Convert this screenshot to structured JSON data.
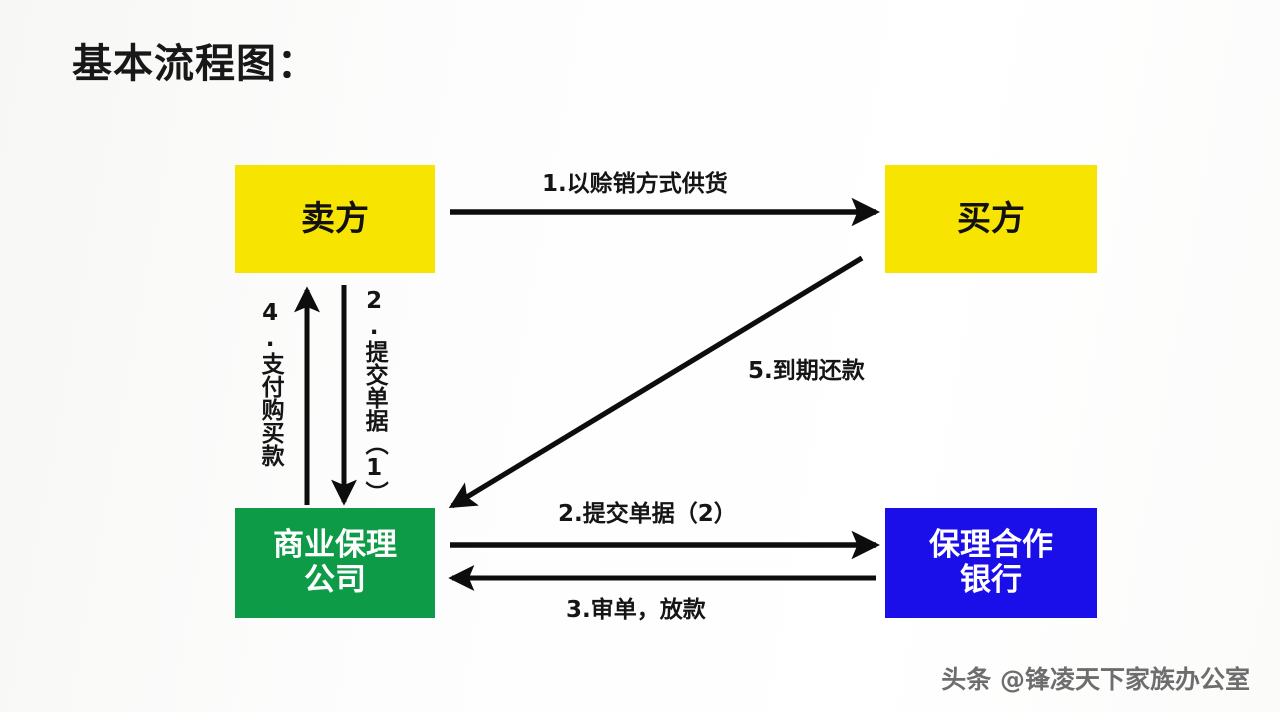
{
  "page": {
    "title": "基本流程图：",
    "background_color": "#fdfdfd"
  },
  "diagram": {
    "nodes": [
      {
        "id": "seller",
        "label": "卖方",
        "fill": "#f7e401",
        "text_color": "#111111"
      },
      {
        "id": "buyer",
        "label": "买方",
        "fill": "#f7e401",
        "text_color": "#111111"
      },
      {
        "id": "factoring_company",
        "label": "商业保理\n公司",
        "fill": "#0e9b48",
        "text_color": "#ffffff"
      },
      {
        "id": "partner_bank",
        "label": "保理合作\n银行",
        "fill": "#1a0fe8",
        "text_color": "#ffffff"
      }
    ],
    "edges": [
      {
        "id": "edge-1",
        "label": "1.以赊销方式供货",
        "from": "seller",
        "to": "buyer",
        "orientation": "horizontal"
      },
      {
        "id": "edge-2a",
        "label": "2.提交单据（1）",
        "from": "seller",
        "to": "factoring_company",
        "orientation": "vertical"
      },
      {
        "id": "edge-4",
        "label": "4.支付购买款",
        "from": "factoring_company",
        "to": "seller",
        "orientation": "vertical"
      },
      {
        "id": "edge-5",
        "label": "5.到期还款",
        "from": "buyer",
        "to": "factoring_company",
        "orientation": "diagonal"
      },
      {
        "id": "edge-2b",
        "label": "2.提交单据（2）",
        "from": "factoring_company",
        "to": "partner_bank",
        "orientation": "horizontal"
      },
      {
        "id": "edge-3",
        "label": "3.审单，放款",
        "from": "partner_bank",
        "to": "factoring_company",
        "orientation": "horizontal"
      }
    ],
    "arrow_color": "#0d0d0d"
  },
  "watermark": {
    "text": "头条 @锋凌天下家族办公室"
  }
}
